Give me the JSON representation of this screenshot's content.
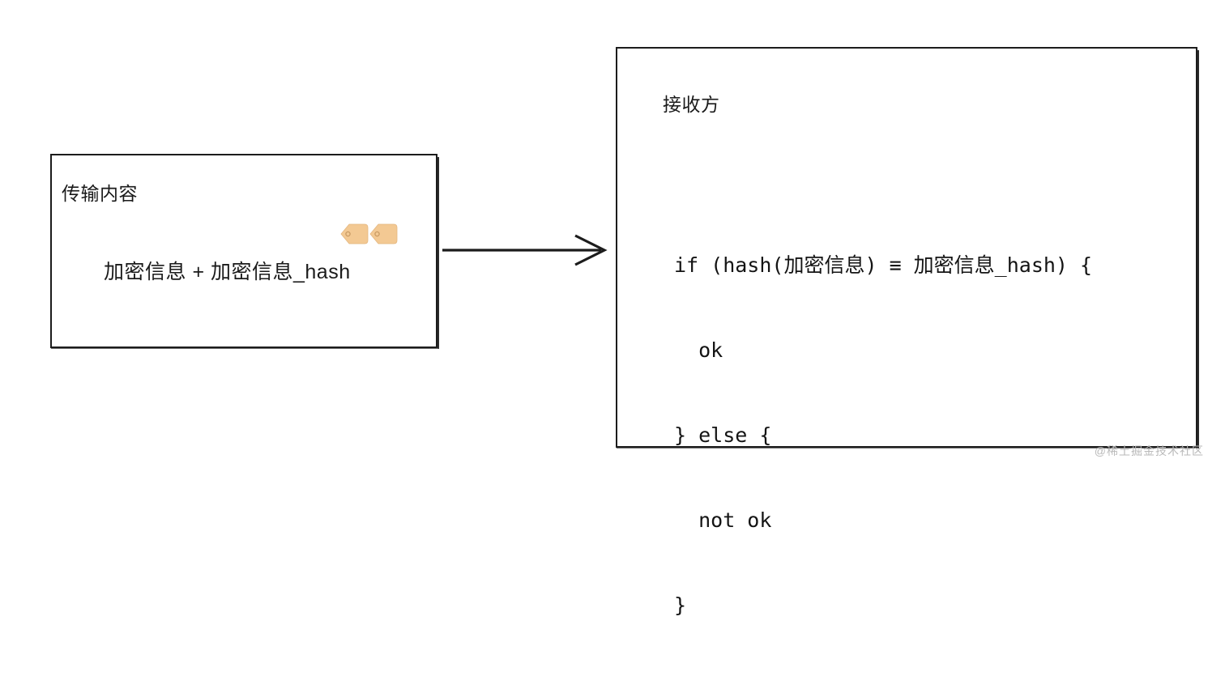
{
  "diagram": {
    "background_color": "#ffffff",
    "stroke_color": "#1c1c1c",
    "tag_color": "#f3c993",
    "tag_stroke_color": "#d9a96c"
  },
  "transmission_box": {
    "title": "传输内容",
    "payload": "加密信息 + 加密信息_hash",
    "tag_icon_name": "price-tags-icon"
  },
  "arrow": {
    "name": "flow-arrow-right",
    "direction": "right"
  },
  "receiver_box": {
    "title": "接收方",
    "code_lines": [
      "if (hash(加密信息) ≡ 加密信息_hash) {",
      "  ok",
      "} else {",
      "  not ok",
      "}"
    ]
  },
  "watermark": {
    "text": "@稀土掘金技术社区"
  }
}
